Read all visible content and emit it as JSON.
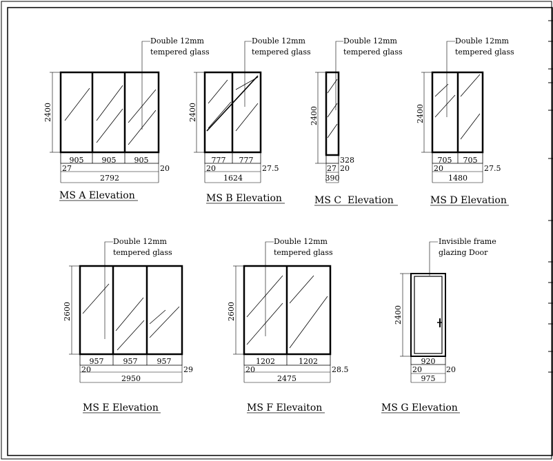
{
  "elevations": {
    "a": {
      "title": "MS A Elevation",
      "note_l1": "Double 12mm",
      "note_l2": "tempered glass",
      "height": "2400",
      "panels": [
        "905",
        "905",
        "905"
      ],
      "left_offset": "27",
      "right_offset": "20",
      "total": "2792"
    },
    "b": {
      "title": "MS B Elevation",
      "note_l1": "Double 12mm",
      "note_l2": "tempered glass",
      "height": "2400",
      "panels": [
        "777",
        "777"
      ],
      "left_offset": "20",
      "right_offset": "27.5",
      "total": "1624"
    },
    "c": {
      "title": "MS C  Elevation",
      "note_l1": "Double 12mm",
      "note_l2": "tempered glass",
      "height": "2400",
      "panel": "328",
      "left_offset": "27",
      "right_offset": "20",
      "total": "390"
    },
    "d": {
      "title": "MS D Elevation",
      "note_l1": "Double 12mm",
      "note_l2": "tempered glass",
      "height": "2400",
      "panels": [
        "705",
        "705"
      ],
      "left_offset": "20",
      "right_offset": "27.5",
      "total": "1480"
    },
    "e": {
      "title": "MS E Elevation",
      "note_l1": "Double 12mm",
      "note_l2": "tempered glass",
      "height": "2600",
      "panels": [
        "957",
        "957",
        "957"
      ],
      "left_offset": "20",
      "right_offset": "29",
      "total": "2950"
    },
    "f": {
      "title": "MS F Elevaiton",
      "note_l1": "Double 12mm",
      "note_l2": "tempered glass",
      "height": "2600",
      "panels": [
        "1202",
        "1202"
      ],
      "left_offset": "20",
      "right_offset": "28.5",
      "total": "2475"
    },
    "g": {
      "title": "MS G Elevation",
      "note_l1": "Invisible frame",
      "note_l2": "glazing Door",
      "height": "2400",
      "panel": "920",
      "left_offset": "20",
      "right_offset": "20",
      "total": "975"
    }
  }
}
